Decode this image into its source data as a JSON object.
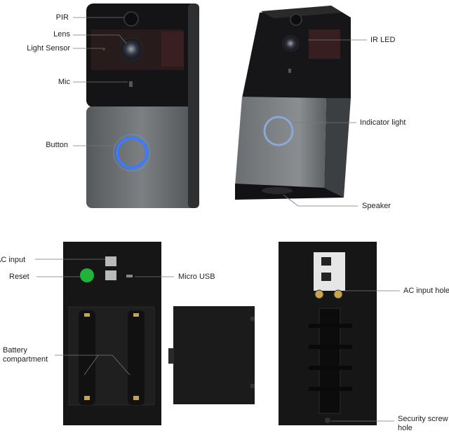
{
  "labels": {
    "pir": "PIR",
    "lens": "Lens",
    "light_sensor": "Light Sensor",
    "mic": "Mic",
    "button": "Button",
    "ir_led": "IR LED",
    "indicator_light": "Indicator light",
    "speaker": "Speaker",
    "ac_input": "AC input",
    "reset": "Reset",
    "micro_usb": "Micro USB",
    "battery_line1": "Battery",
    "battery_line2": "compartment",
    "ac_input_hole": "AC input hole",
    "security_line1": "Security screw",
    "security_line2": "hole"
  },
  "colors": {
    "body_black": "#1c1c1e",
    "panel_gray": "#6e7275",
    "ring_blue": "#3a7bff",
    "reset_green": "#1fb33a",
    "gold": "#c9a44a"
  }
}
